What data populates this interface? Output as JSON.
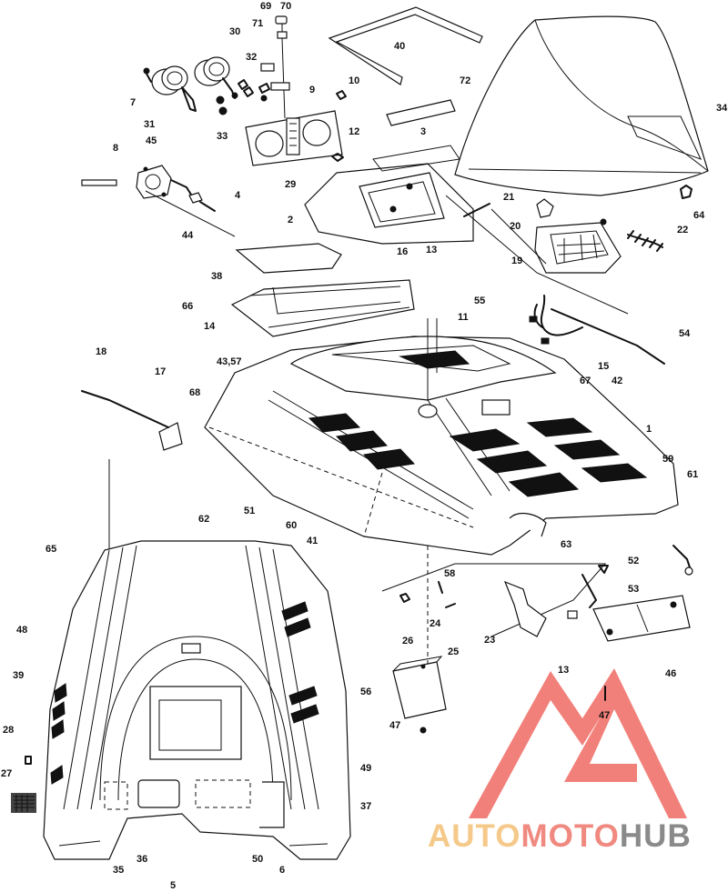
{
  "watermark": {
    "part1": "AUTO",
    "part2": "MOTO",
    "part3": "HUB",
    "color_part1": "#F5C98A",
    "color_part2": "#F08A80",
    "color_part3": "#8A8A8A",
    "logo_color": "#F06A63"
  },
  "callouts": [
    {
      "id": "c70",
      "text": "70"
    },
    {
      "id": "c69",
      "text": "69"
    },
    {
      "id": "c30",
      "text": "30"
    },
    {
      "id": "c71",
      "text": "71"
    },
    {
      "id": "c32",
      "text": "32"
    },
    {
      "id": "c9",
      "text": "9"
    },
    {
      "id": "c10",
      "text": "10"
    },
    {
      "id": "c7",
      "text": "7"
    },
    {
      "id": "c31",
      "text": "31"
    },
    {
      "id": "c33",
      "text": "33"
    },
    {
      "id": "c4",
      "text": "4"
    },
    {
      "id": "c45",
      "text": "45"
    },
    {
      "id": "c8",
      "text": "8"
    },
    {
      "id": "c44",
      "text": "44"
    },
    {
      "id": "c40",
      "text": "40"
    },
    {
      "id": "c72",
      "text": "72"
    },
    {
      "id": "c34",
      "text": "34"
    },
    {
      "id": "c12",
      "text": "12"
    },
    {
      "id": "c3",
      "text": "3"
    },
    {
      "id": "c29",
      "text": "29"
    },
    {
      "id": "c2",
      "text": "2"
    },
    {
      "id": "c21",
      "text": "21"
    },
    {
      "id": "c20",
      "text": "20"
    },
    {
      "id": "c64",
      "text": "64"
    },
    {
      "id": "c22",
      "text": "22"
    },
    {
      "id": "c13a",
      "text": "13"
    },
    {
      "id": "c16",
      "text": "16"
    },
    {
      "id": "c19",
      "text": "19"
    },
    {
      "id": "c38",
      "text": "38"
    },
    {
      "id": "c66",
      "text": "66"
    },
    {
      "id": "c14",
      "text": "14"
    },
    {
      "id": "c55",
      "text": "55"
    },
    {
      "id": "c11",
      "text": "11"
    },
    {
      "id": "c54",
      "text": "54"
    },
    {
      "id": "c18",
      "text": "18"
    },
    {
      "id": "c4357",
      "text": "43,57"
    },
    {
      "id": "c15",
      "text": "15"
    },
    {
      "id": "c17",
      "text": "17"
    },
    {
      "id": "c68",
      "text": "68"
    },
    {
      "id": "c67",
      "text": "67"
    },
    {
      "id": "c42",
      "text": "42"
    },
    {
      "id": "c1",
      "text": "1"
    },
    {
      "id": "c59",
      "text": "59"
    },
    {
      "id": "c61",
      "text": "61"
    },
    {
      "id": "c51",
      "text": "51"
    },
    {
      "id": "c60",
      "text": "60"
    },
    {
      "id": "c41",
      "text": "41"
    },
    {
      "id": "c63",
      "text": "63"
    },
    {
      "id": "c62",
      "text": "62"
    },
    {
      "id": "c65",
      "text": "65"
    },
    {
      "id": "c58",
      "text": "58"
    },
    {
      "id": "c52",
      "text": "52"
    },
    {
      "id": "c53",
      "text": "53"
    },
    {
      "id": "c26",
      "text": "26"
    },
    {
      "id": "c24",
      "text": "24"
    },
    {
      "id": "c25",
      "text": "25"
    },
    {
      "id": "c23",
      "text": "23"
    },
    {
      "id": "c13b",
      "text": "13"
    },
    {
      "id": "c46",
      "text": "46"
    },
    {
      "id": "c48",
      "text": "48"
    },
    {
      "id": "c39",
      "text": "39"
    },
    {
      "id": "c56",
      "text": "56"
    },
    {
      "id": "c47a",
      "text": "47"
    },
    {
      "id": "c47b",
      "text": "47"
    },
    {
      "id": "c28",
      "text": "28"
    },
    {
      "id": "c49",
      "text": "49"
    },
    {
      "id": "c27",
      "text": "27"
    },
    {
      "id": "c37",
      "text": "37"
    },
    {
      "id": "c35",
      "text": "35"
    },
    {
      "id": "c36",
      "text": "36"
    },
    {
      "id": "c50",
      "text": "50"
    },
    {
      "id": "c6",
      "text": "6"
    },
    {
      "id": "c5",
      "text": "5"
    }
  ]
}
